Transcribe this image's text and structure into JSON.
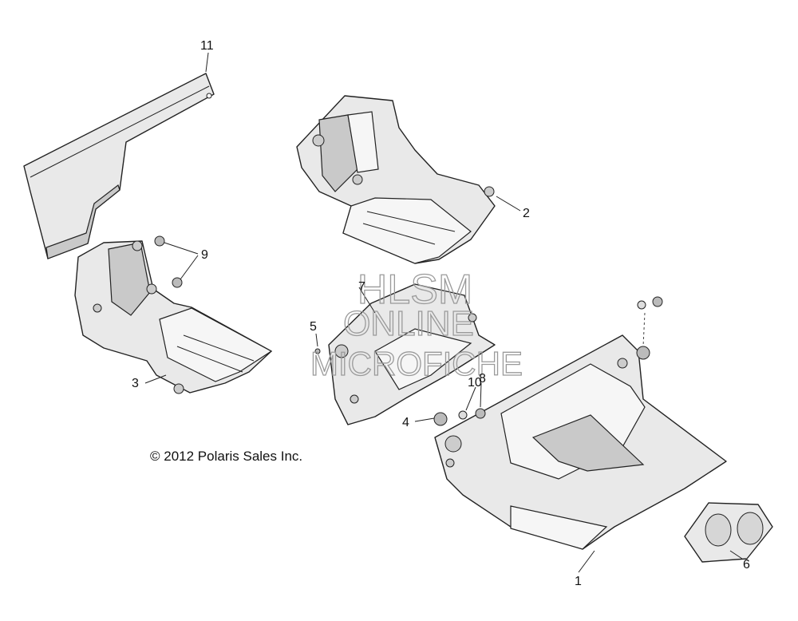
{
  "callouts": {
    "c1": "1",
    "c2": "2",
    "c3": "3",
    "c4": "4",
    "c5": "5",
    "c6": "6",
    "c7": "7",
    "c8": "8",
    "c9": "9",
    "c10": "10",
    "c11": "11"
  },
  "copyright": "© 2012 Polaris Sales Inc.",
  "watermark": {
    "line1": "HLSM",
    "line2": "ONLINE",
    "line3": "MICROFICHE"
  }
}
